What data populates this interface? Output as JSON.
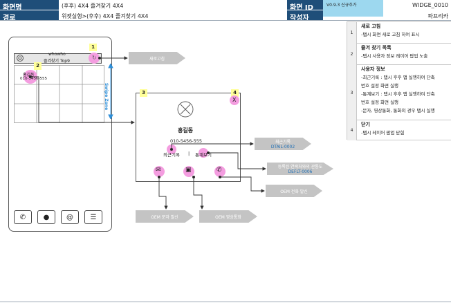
{
  "header": {
    "screen_name_label": "화면명",
    "screen_name_value": "(후후) 4X4 즐겨찾기 4X4",
    "screen_id_label": "화면 ID",
    "version": "V0.9.3 신규추가",
    "screen_id_value": "WIDGE_0010",
    "path_label": "경로",
    "path_value": "위젯실행>(후후) 4X4 즐겨찾기 4X4",
    "author_label": "작성자",
    "author_value": "파프리카"
  },
  "phone": {
    "app_name": "whowho",
    "bar_title": "즐겨찾기 Top9",
    "contact_name": "홍길동",
    "contact_number": "010-5456-555",
    "swipe_label": "Swipe Zone",
    "bottom_icons": [
      "phone-icon",
      "chat-icon",
      "at-icon",
      "menu-icon"
    ]
  },
  "badges": {
    "b1": "1",
    "b2": "2",
    "b3": "3",
    "b4": "4"
  },
  "callouts": {
    "refresh": "새로고침",
    "recent_main": "최근기록",
    "recent_sub": "DTAIL-0002",
    "registered_main": "등록된 연락처와의 관통도",
    "registered_sub": "DEFLT-0006",
    "oem_call": "OEM 전화 발신",
    "oem_sms": "OEM 문자 발신",
    "oem_video": "OEM 영상통화"
  },
  "popup": {
    "close_label": "X",
    "name": "홍길동",
    "number": "010-5456-555",
    "recent_link": "최근기록",
    "divider": "|",
    "stats_link": "통계보기"
  },
  "spec": [
    {
      "num": "1",
      "title": "새로 고침",
      "lines": [
        "-탭시 화면 새로 고침 하여 표시"
      ]
    },
    {
      "num": "2",
      "title": "즐겨 찾기 목록",
      "lines": [
        "-탭시 사용자 정보 레이어 팝업 노출"
      ]
    },
    {
      "num": "3",
      "title": "사용자 정보",
      "lines": [
        "-최근기록 : 탭시 후후 앱 실행하여 단축",
        "번호 설정 화면 실행",
        "-통계보기 : 탭시 후후 앱 실행하여 단축",
        "번호 설정 화면 실행",
        "-문자, 영상통화, 통화의 경우 탭시 실행"
      ]
    },
    {
      "num": "4",
      "title": "닫기",
      "lines": [
        "-탭시 레이어 팝업 닫힘"
      ]
    }
  ],
  "colors": {
    "header": "#1f4e79",
    "version_bg": "#9dd8ef",
    "pink": "#f49de0",
    "badge": "#ffff99",
    "callout": "#c4c4c4",
    "swipe": "#2f8fd8"
  }
}
